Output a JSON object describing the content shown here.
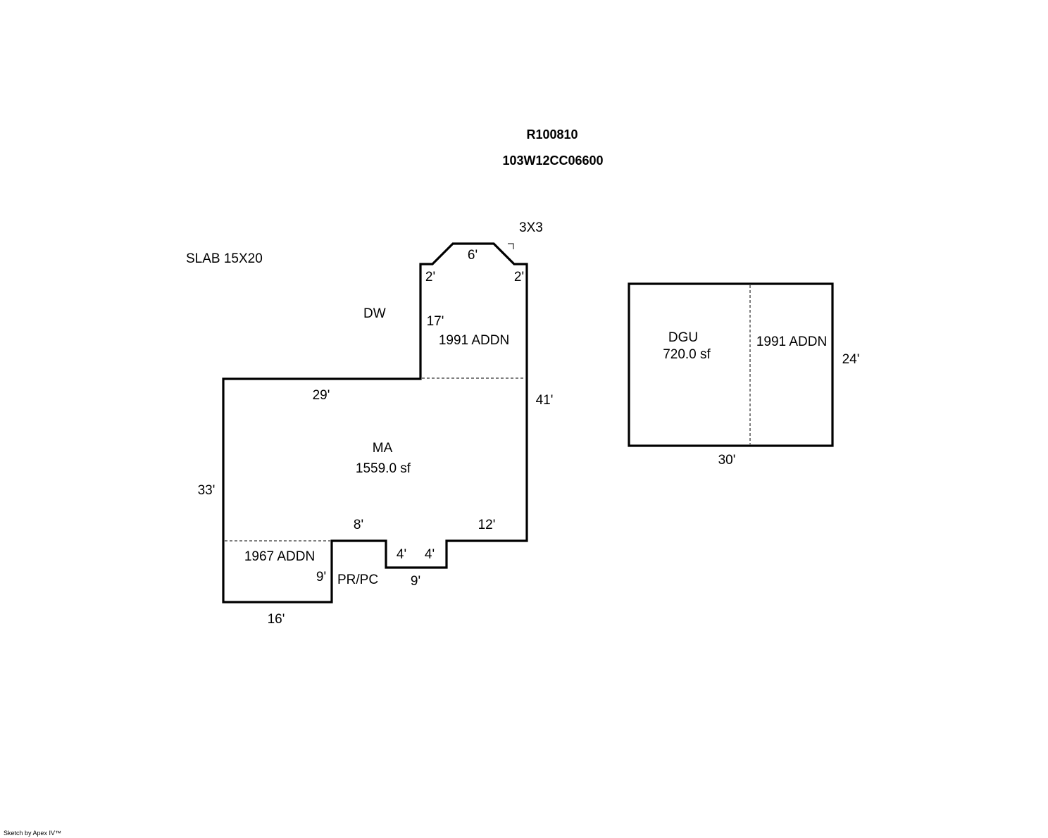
{
  "header": {
    "account": "R100810",
    "map_tax_lot": "103W12CC06600"
  },
  "labels": {
    "slab": "SLAB 15X20",
    "dw": "DW",
    "deck_3x3": "3X3",
    "ma_name": "MA",
    "ma_area": "1559.0 sf",
    "addn_1991_house": "1991 ADDN",
    "addn_1967": "1967 ADDN",
    "pr_pc": "PR/PC",
    "dgu_name": "DGU",
    "dgu_area": "720.0 sf",
    "addn_1991_garage": "1991 ADDN"
  },
  "dimensions": {
    "bay_top": "6'",
    "bay_left": "2'",
    "bay_right": "2'",
    "addn_height": "17'",
    "ma_top": "29'",
    "ma_right": "41'",
    "ma_left": "33'",
    "step_top": "8'",
    "right_bottom": "12'",
    "notch_left": "4'",
    "notch_right": "4'",
    "notch_bottom": "9'",
    "step_side": "9'",
    "bottom": "16'",
    "garage_right": "24'",
    "garage_bottom": "30'"
  },
  "footer": {
    "credit": "Sketch by Apex IV™"
  }
}
